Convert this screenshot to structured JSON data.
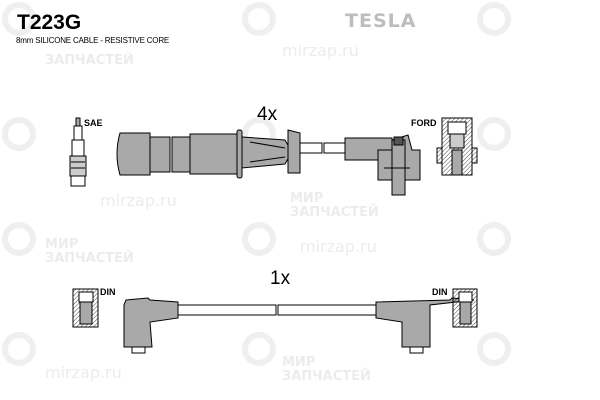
{
  "header": {
    "part_number": "T223G",
    "description": "8mm SILICONE CABLE - RESISTIVE CORE",
    "brand_logo": "TESLA"
  },
  "watermark": {
    "line1": "МИР",
    "line2": "ЗАПЧАСТЕЙ",
    "site": "mirzap.ru"
  },
  "sets": [
    {
      "quantity": "4x",
      "left_end_label": "SAE",
      "right_end_label": "FORD"
    },
    {
      "quantity": "1x",
      "left_end_label": "DIN",
      "right_end_label": "DIN"
    }
  ],
  "colors": {
    "part_fill": "#a9a9a9",
    "outline": "#000000",
    "watermark": "#ececec"
  }
}
